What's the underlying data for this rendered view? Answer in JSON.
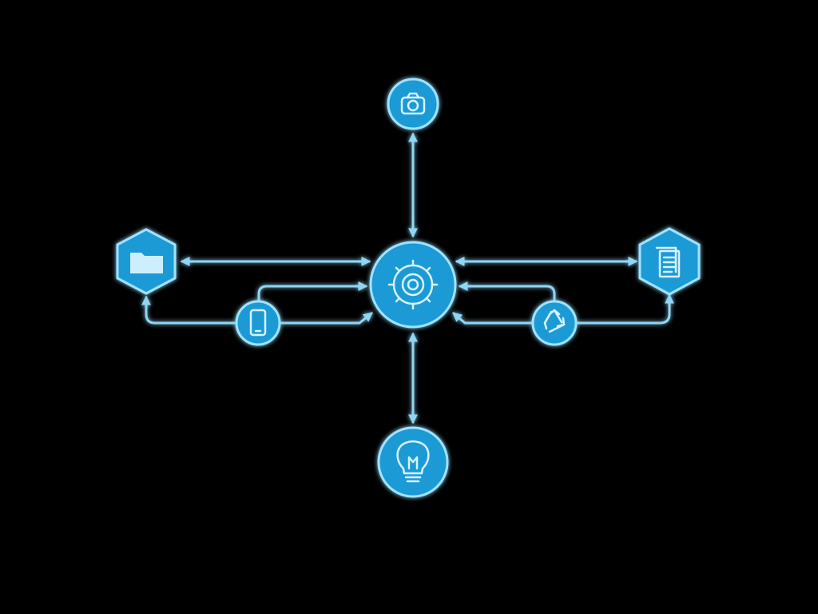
{
  "diagram": {
    "background": "#000000",
    "accent": "#1e9ad6",
    "line_color": "#8fd6f5",
    "nodes": [
      {
        "id": "hub",
        "shape": "circle",
        "icon": "gear-icon"
      },
      {
        "id": "top",
        "shape": "circle",
        "icon": "camera-icon"
      },
      {
        "id": "bottom",
        "shape": "circle",
        "icon": "lightbulb-icon"
      },
      {
        "id": "left",
        "shape": "hexagon",
        "icon": "folder-icon"
      },
      {
        "id": "right",
        "shape": "hexagon",
        "icon": "document-icon"
      },
      {
        "id": "mid-left",
        "shape": "circle",
        "icon": "smartphone-icon"
      },
      {
        "id": "mid-right",
        "shape": "circle",
        "icon": "recycle-icon"
      }
    ],
    "edges": [
      {
        "from": "hub",
        "to": "top",
        "direction": "both"
      },
      {
        "from": "hub",
        "to": "bottom",
        "direction": "both"
      },
      {
        "from": "hub",
        "to": "left",
        "direction": "both"
      },
      {
        "from": "hub",
        "to": "right",
        "direction": "both"
      },
      {
        "from": "mid-left",
        "to": "hub",
        "direction": "forward"
      },
      {
        "from": "mid-left",
        "to": "left",
        "direction": "forward"
      },
      {
        "from": "mid-right",
        "to": "hub",
        "direction": "forward"
      },
      {
        "from": "mid-right",
        "to": "right",
        "direction": "forward"
      }
    ]
  }
}
